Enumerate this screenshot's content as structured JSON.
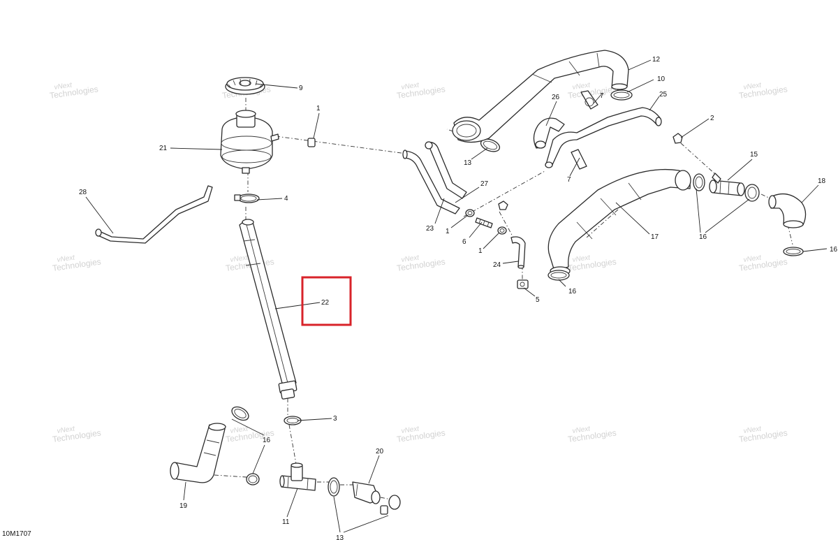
{
  "diagram": {
    "drawing_code": "10M1707",
    "highlighted_callout": "22",
    "highlight_color": "#d8232a",
    "watermark": {
      "line1": "vNext",
      "line2": "Technologies"
    },
    "callouts": {
      "c1a": "1",
      "c1b": "1",
      "c1c": "1",
      "c2": "2",
      "c3": "3",
      "c4": "4",
      "c5": "5",
      "c6": "6",
      "c7a": "7",
      "c7b": "7",
      "c9": "9",
      "c10": "10",
      "c11": "11",
      "c12": "12",
      "c13a": "13",
      "c13b": "13",
      "c15": "15",
      "c16a": "16",
      "c16b": "16",
      "c16c": "16",
      "c16d": "16",
      "c17": "17",
      "c18": "18",
      "c19": "19",
      "c20": "20",
      "c21": "21",
      "c22": "22",
      "c23": "23",
      "c24": "24",
      "c25": "25",
      "c26": "26",
      "c27": "27",
      "c28": "28"
    }
  }
}
